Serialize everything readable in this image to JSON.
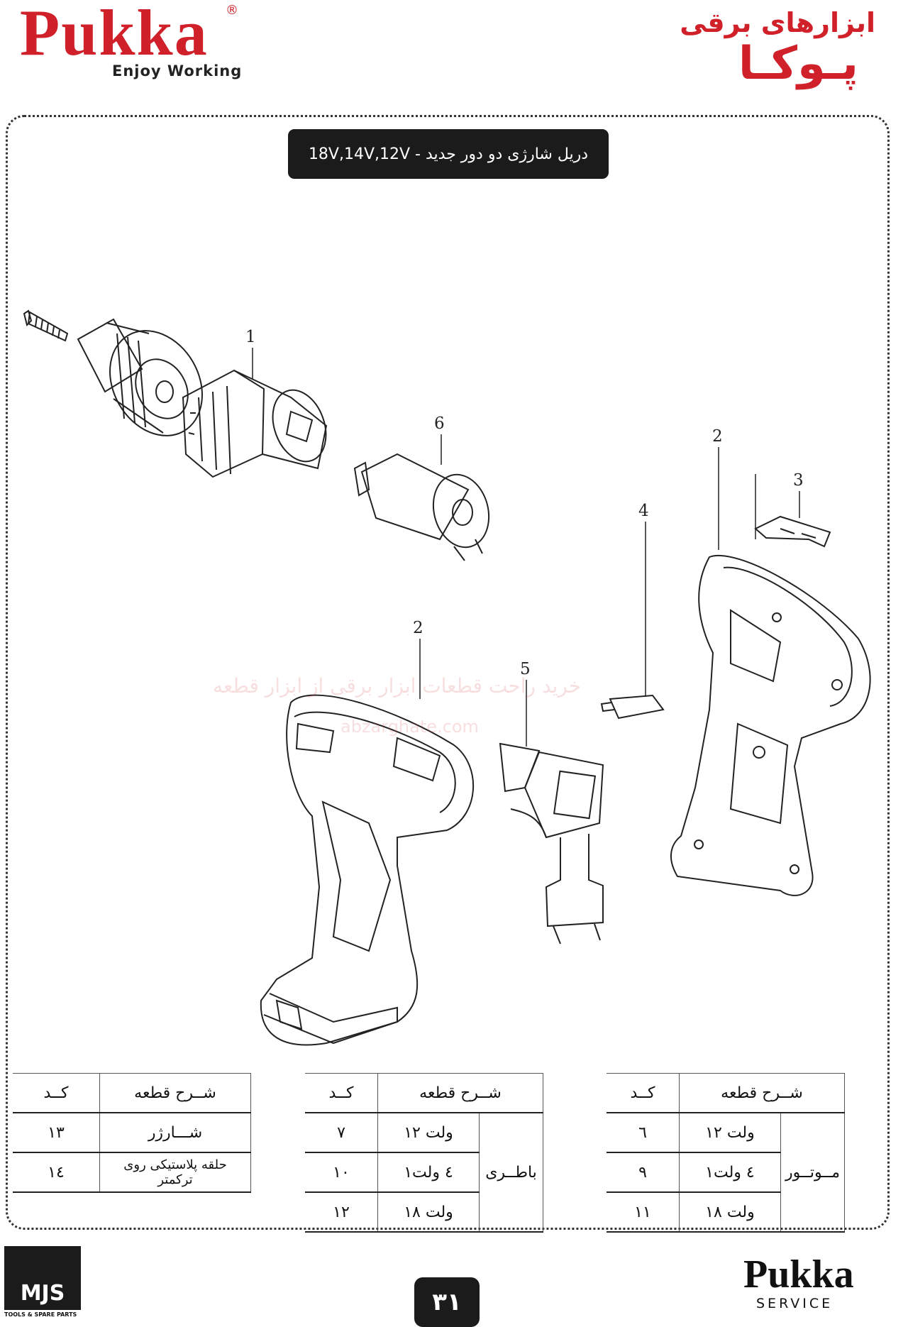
{
  "header": {
    "brand_name": "Pukka",
    "brand_registered": "®",
    "brand_tagline": "Enjoy Working",
    "fa_brand_line1": "ابزارهای برقی",
    "fa_brand_line2": "پـوکـا"
  },
  "title": "دریل شارژی دو دور جدید - 18V,14V,12V",
  "callouts": [
    "1",
    "2",
    "2",
    "3",
    "4",
    "5",
    "6"
  ],
  "watermark": {
    "text": "خرید راحت قطعات ابزار برقی از ابزار قطعه",
    "url": "abzarghate.com"
  },
  "tables": {
    "left": {
      "header_desc": "شــرح قطعه",
      "header_code": "کــد",
      "rows": [
        {
          "desc": "شـــارژر",
          "code": "۱۳"
        },
        {
          "desc": "حلقه پلاستیکی روی ترکمتر",
          "code": "۱٤"
        }
      ]
    },
    "middle": {
      "header_desc": "شــرح قطعه",
      "header_code": "کــد",
      "group": "باطــری",
      "rows": [
        {
          "desc": "۱۲ ولت",
          "code": "۷"
        },
        {
          "desc": "۱٤ ولت",
          "code": "۱۰"
        },
        {
          "desc": "۱۸ ولت",
          "code": "۱۲"
        }
      ]
    },
    "right": {
      "header_desc": "شــرح قطعه",
      "header_code": "کــد",
      "group": "مــوتــور",
      "rows": [
        {
          "desc": "۱۲ ولت",
          "code": "٦"
        },
        {
          "desc": "۱٤ ولت",
          "code": "۹"
        },
        {
          "desc": "۱۸ ولت",
          "code": "۱۱"
        }
      ]
    }
  },
  "footer": {
    "page_number": "۳۱",
    "mjs_logo": "MJS",
    "mjs_subtitle": "TOOLS & SPARE PARTS",
    "service_brand": "Pukka",
    "service_label": "SERVICE"
  }
}
